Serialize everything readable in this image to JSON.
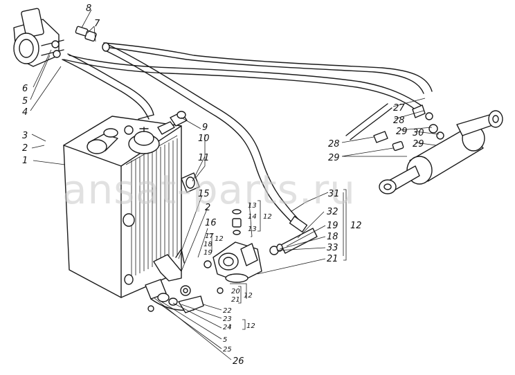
{
  "watermark": "ansat-parts.ru",
  "callouts": [
    {
      "id": "c8",
      "text": "8"
    },
    {
      "id": "c7",
      "text": "7"
    },
    {
      "id": "c6",
      "text": "6"
    },
    {
      "id": "c5a",
      "text": "5"
    },
    {
      "id": "c4",
      "text": "4"
    },
    {
      "id": "c3",
      "text": "3"
    },
    {
      "id": "c2a",
      "text": "2"
    },
    {
      "id": "c1",
      "text": "1"
    },
    {
      "id": "c9",
      "text": "9"
    },
    {
      "id": "c10",
      "text": "10"
    },
    {
      "id": "c11",
      "text": "11"
    },
    {
      "id": "c15",
      "text": "15"
    },
    {
      "id": "c2b",
      "text": "2"
    },
    {
      "id": "c16",
      "text": "16"
    },
    {
      "id": "c13a",
      "text": "13"
    },
    {
      "id": "c14",
      "text": "14"
    },
    {
      "id": "c12a",
      "text": "12"
    },
    {
      "id": "c13b",
      "text": "13"
    },
    {
      "id": "c17",
      "text": "17"
    },
    {
      "id": "c12b",
      "text": "12"
    },
    {
      "id": "c18a",
      "text": "18"
    },
    {
      "id": "c19a",
      "text": "19"
    },
    {
      "id": "c31",
      "text": "31"
    },
    {
      "id": "c32",
      "text": "32"
    },
    {
      "id": "c19b",
      "text": "19"
    },
    {
      "id": "c18b",
      "text": "18"
    },
    {
      "id": "c33",
      "text": "33"
    },
    {
      "id": "c21a",
      "text": "21"
    },
    {
      "id": "c12c",
      "text": "12"
    },
    {
      "id": "c20",
      "text": "20"
    },
    {
      "id": "c21b",
      "text": "21"
    },
    {
      "id": "c12d",
      "text": "12"
    },
    {
      "id": "c22",
      "text": "22"
    },
    {
      "id": "c23",
      "text": "23"
    },
    {
      "id": "c24",
      "text": "24"
    },
    {
      "id": "c12e",
      "text": "12"
    },
    {
      "id": "c5b",
      "text": "5"
    },
    {
      "id": "c25",
      "text": "25"
    },
    {
      "id": "c26",
      "text": "26"
    },
    {
      "id": "c27",
      "text": "27"
    },
    {
      "id": "c28a",
      "text": "28"
    },
    {
      "id": "c29a",
      "text": "29"
    },
    {
      "id": "c30",
      "text": "30"
    },
    {
      "id": "c29b",
      "text": "29"
    },
    {
      "id": "c28b",
      "text": "28"
    },
    {
      "id": "c29c",
      "text": "29"
    }
  ]
}
